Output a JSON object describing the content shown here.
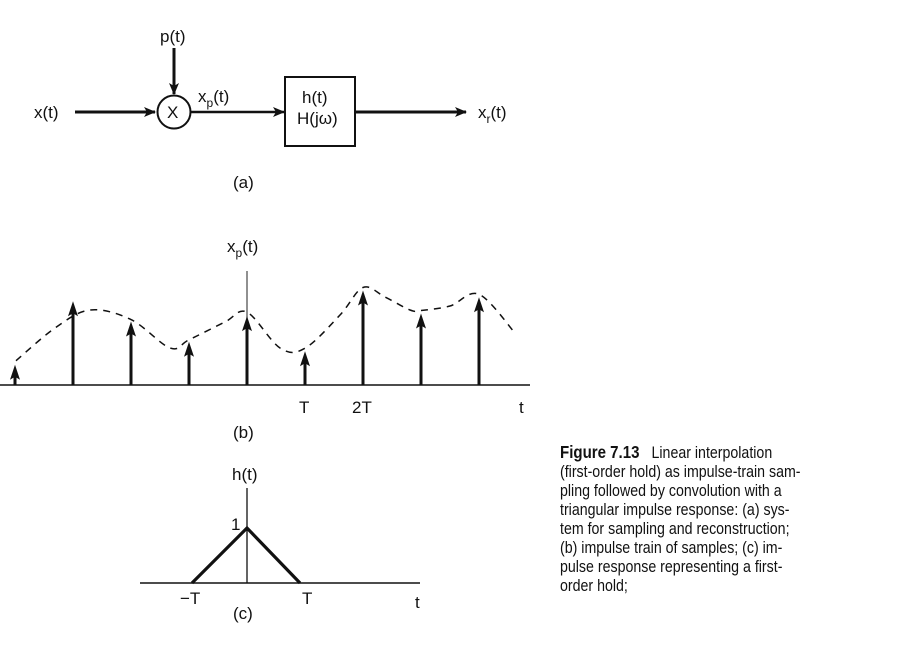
{
  "panel_a": {
    "input_label": "x(t)",
    "sampling_label": "p(t)",
    "multiplier_symbol": "X",
    "sampled_label_main": "x",
    "sampled_label_sub": "p",
    "sampled_label_tail": "(t)",
    "filter_line1": "h(t)",
    "filter_line2": "H(jω)",
    "output_label_main": "x",
    "output_label_sub": "r",
    "output_label_tail": "(t)",
    "panel_label": "(a)"
  },
  "panel_b": {
    "axis_label_main": "x",
    "axis_label_sub": "p",
    "axis_label_tail": "(t)",
    "tick_labels": [
      "T",
      "2T"
    ],
    "time_label": "t",
    "panel_label": "(b)",
    "sample_amplitudes": [
      0.15,
      0.62,
      0.47,
      0.32,
      0.51,
      0.25,
      0.7,
      0.53,
      0.65
    ],
    "sample_index_of_origin": 4
  },
  "panel_c": {
    "axis_label": "h(t)",
    "peak_label": "1",
    "tick_labels": [
      "−T",
      "T"
    ],
    "time_label": "t",
    "panel_label": "(c)",
    "shape": "triangle",
    "peak_value": 1,
    "support": [
      "-T",
      "T"
    ]
  },
  "caption": {
    "figure_number": "Figure 7.13",
    "lines": [
      "Linear interpolation",
      "(first-order hold) as impulse-train sam-",
      "pling followed by convolution with a",
      "triangular impulse response: (a) sys-",
      "tem for sampling and reconstruction;",
      "(b) impulse train of samples; (c) im-",
      "pulse response representing a first-",
      "order hold;"
    ]
  }
}
